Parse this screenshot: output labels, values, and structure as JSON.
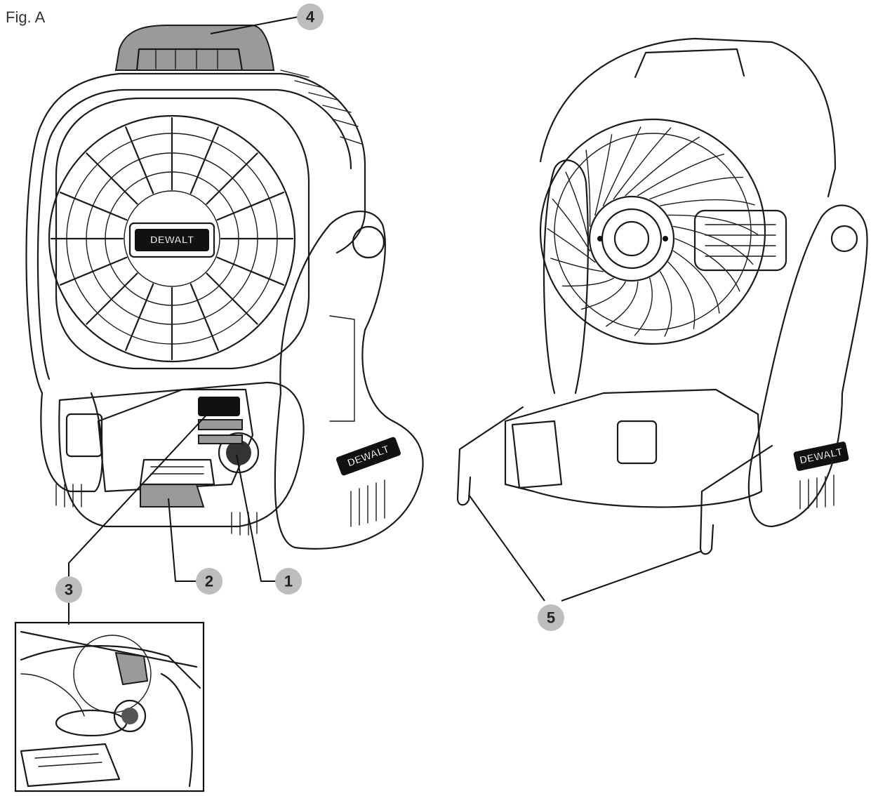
{
  "figure": {
    "label": "Fig. A"
  },
  "brand": {
    "logo_text": "DEWALT"
  },
  "callouts": [
    {
      "id": "1",
      "label": "1"
    },
    {
      "id": "2",
      "label": "2"
    },
    {
      "id": "3",
      "label": "3"
    },
    {
      "id": "4",
      "label": "4"
    },
    {
      "id": "5",
      "label": "5"
    }
  ],
  "colors": {
    "callout_fill": "#bdbdbd",
    "line": "#1a1a1a",
    "highlight": "#9a9a9a"
  }
}
